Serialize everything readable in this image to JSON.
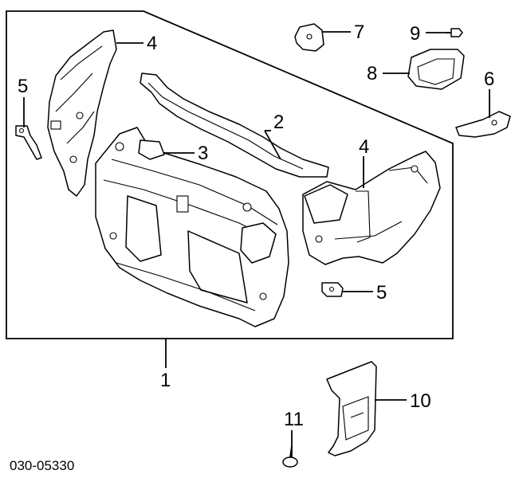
{
  "diagram": {
    "callouts": [
      {
        "id": "c1",
        "text": "1"
      },
      {
        "id": "c2",
        "text": "2"
      },
      {
        "id": "c3",
        "text": "3"
      },
      {
        "id": "c4a",
        "text": "4"
      },
      {
        "id": "c4b",
        "text": "4"
      },
      {
        "id": "c5a",
        "text": "5"
      },
      {
        "id": "c5b",
        "text": "5"
      },
      {
        "id": "c6",
        "text": "6"
      },
      {
        "id": "c7",
        "text": "7"
      },
      {
        "id": "c8",
        "text": "8"
      },
      {
        "id": "c9",
        "text": "9"
      },
      {
        "id": "c10",
        "text": "10"
      },
      {
        "id": "c11",
        "text": "11"
      }
    ],
    "diagram_code": "030-05330"
  }
}
